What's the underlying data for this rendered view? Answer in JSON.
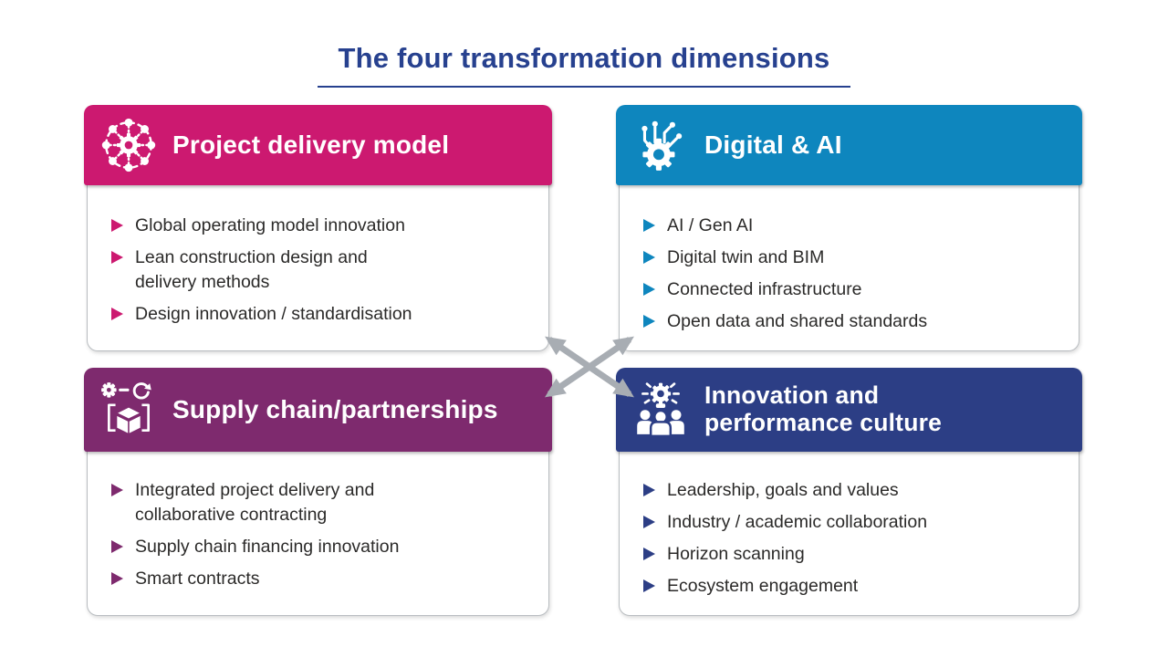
{
  "page": {
    "title": "The four transformation dimensions"
  },
  "cards": [
    {
      "id": "project-delivery-model",
      "title": "Project delivery model",
      "accent_color": "#CC1970",
      "icon": "network-nodes-gear-icon",
      "items": [
        "Global operating model innovation",
        "Lean construction design and\ndelivery methods",
        "Design innovation / standardisation"
      ]
    },
    {
      "id": "digital-ai",
      "title": "Digital & AI",
      "accent_color": "#0E86BE",
      "icon": "circuit-gear-icon",
      "items": [
        "AI / Gen AI",
        "Digital twin and BIM",
        "Connected infrastructure",
        "Open data and shared standards"
      ]
    },
    {
      "id": "supply-chain-partnerships",
      "title": "Supply chain/partnerships",
      "accent_color": "#7E2A6E",
      "icon": "gear-refresh-box-icon",
      "items": [
        "Integrated project delivery and\ncollaborative contracting",
        "Supply chain financing innovation",
        "Smart contracts"
      ]
    },
    {
      "id": "innovation-performance-culture",
      "title": "Innovation and\nperformance culture",
      "accent_color": "#2C3E85",
      "icon": "team-idea-gear-icon",
      "items": [
        "Leadership, goals and values",
        "Industry / academic collaboration",
        "Horizon scanning",
        "Ecosystem engagement"
      ]
    }
  ],
  "connector": {
    "shape": "crossing-double-headed-arrows",
    "color": "#A8ADB3"
  },
  "theme": {
    "title_color": "#27418F",
    "body_text_color": "#2B2A29",
    "card_border_color": "#B9BDC1",
    "background": "#FFFFFF"
  }
}
